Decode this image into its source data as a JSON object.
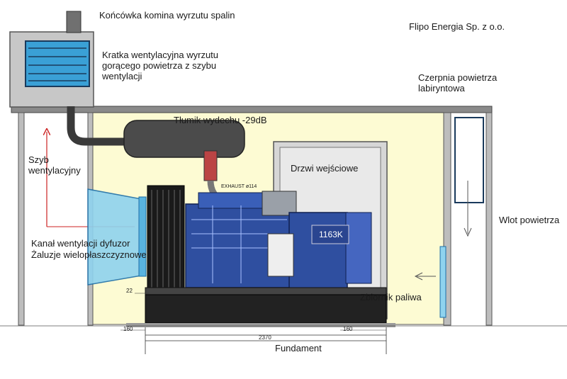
{
  "company": "Flipo Energia Sp. z o.o.",
  "labels": {
    "exhaust_tip": "Końcówka komina wyrzutu spalin",
    "hot_air_grille": "Kratka wentylacyjna wyrzutu gorącego powietrza z szybu wentylacji",
    "air_intake_labyrinth": "Czerpnia powietrza labiryntowa",
    "exhaust_silencer": "Tłumik wydechu -29dB",
    "vent_shaft": "Szyb wentylacyjny",
    "entry_door": "Drzwi wejściowe",
    "exhaust_pipe": "EXHAUST ø114",
    "alternator": "1163K",
    "diffuser_duct": "Kanał wentylacji dyfuzor",
    "multilayer_blinds": "Żaluzje wielopłaszczyznowe",
    "air_inlet": "Wlot powietrza",
    "fuel_tank": "Zbiornik paliwa",
    "foundation": "Fundament"
  },
  "dimensions": {
    "left_offset": "160",
    "right_offset": "160",
    "base_length": "2370",
    "gap": "22"
  },
  "colors": {
    "room_fill": "#fdfbd3",
    "engine_blue": "#2f4fa0",
    "duct_cyan": "#8fd3ee",
    "shaft_grey": "#c7c7c7",
    "arrow_red": "#cc2222"
  }
}
